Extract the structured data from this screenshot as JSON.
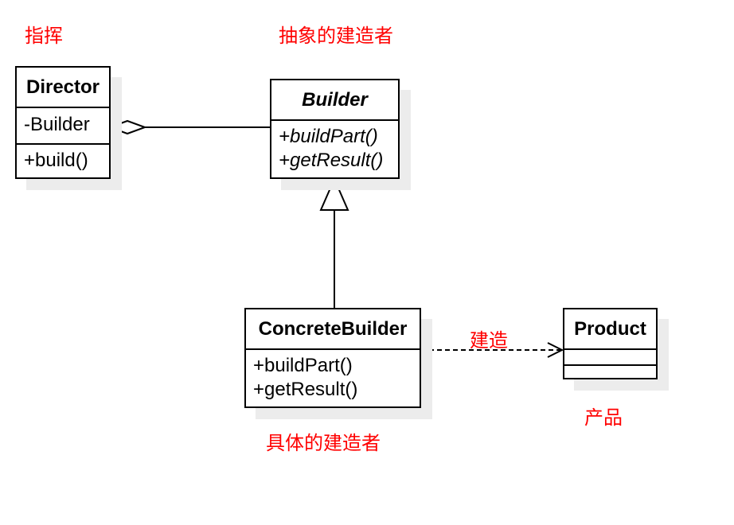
{
  "annotations": {
    "director_note": "指挥",
    "builder_note": "抽象的建造者",
    "concrete_note": "具体的建造者",
    "product_note": "产品",
    "dependency_label": "建造"
  },
  "classes": {
    "director": {
      "name": "Director",
      "attributes": [
        "-Builder"
      ],
      "operations": [
        "+build()"
      ]
    },
    "builder": {
      "name": "Builder",
      "abstract": true,
      "operations": [
        "+buildPart()",
        "+getResult()"
      ]
    },
    "concrete_builder": {
      "name": "ConcreteBuilder",
      "operations": [
        "+buildPart()",
        "+getResult()"
      ]
    },
    "product": {
      "name": "Product"
    }
  },
  "relationships": [
    {
      "type": "aggregation",
      "from": "Director",
      "to": "Builder"
    },
    {
      "type": "generalization",
      "from": "ConcreteBuilder",
      "to": "Builder"
    },
    {
      "type": "dependency",
      "from": "ConcreteBuilder",
      "to": "Product",
      "label": "建造"
    }
  ],
  "colors": {
    "annotation": "#ff0000",
    "line": "#000000",
    "shadow": "#ececec"
  }
}
